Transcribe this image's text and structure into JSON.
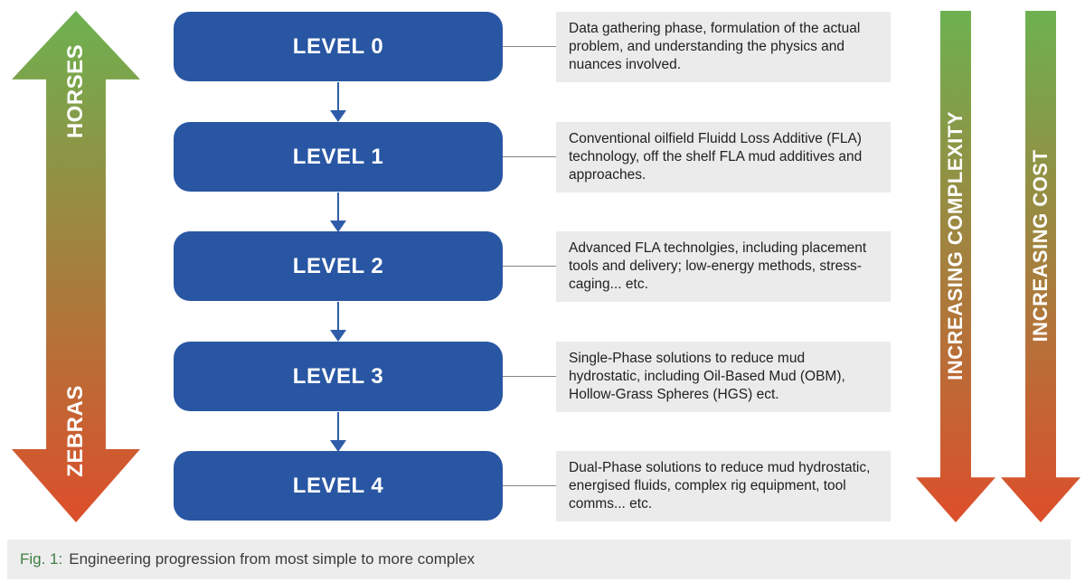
{
  "colors": {
    "box_blue": "#2956a3",
    "arrow_green": "#6db150",
    "arrow_red": "#dd4e2b",
    "desc_bg": "#ebebeb",
    "caption_bg": "#ededed",
    "caption_green": "#3e7e41",
    "connector_gray": "#848484",
    "flow_blue": "#2e5ca8",
    "text_dark": "#212121"
  },
  "left_arrow": {
    "top_label": "HORSES",
    "bottom_label": "ZEBRAS"
  },
  "right_arrows": [
    {
      "label": "INCREASING COMPLEXITY"
    },
    {
      "label": "INCREASING COST"
    }
  ],
  "levels": [
    {
      "label": "LEVEL 0",
      "description": "Data gathering phase, formulation of the actual problem, and understanding the physics and nuances involved."
    },
    {
      "label": "LEVEL 1",
      "description": "Conventional oilfield Fluidd Loss Additive (FLA) technology, off the shelf FLA mud additives and approaches."
    },
    {
      "label": "LEVEL 2",
      "description": "Advanced FLA technolgies, including placement tools and delivery; low-energy methods, stress-caging... etc."
    },
    {
      "label": "LEVEL 3",
      "description": "Single-Phase solutions to reduce mud hydrostatic, including Oil-Based Mud (OBM), Hollow-Grass Spheres (HGS) ect."
    },
    {
      "label": "LEVEL 4",
      "description": "Dual-Phase solutions to reduce mud hydrostatic, energised fluids, complex rig equipment, tool comms... etc."
    }
  ],
  "caption": {
    "prefix": "Fig. 1:",
    "text": "Engineering progression from most simple to more complex"
  }
}
